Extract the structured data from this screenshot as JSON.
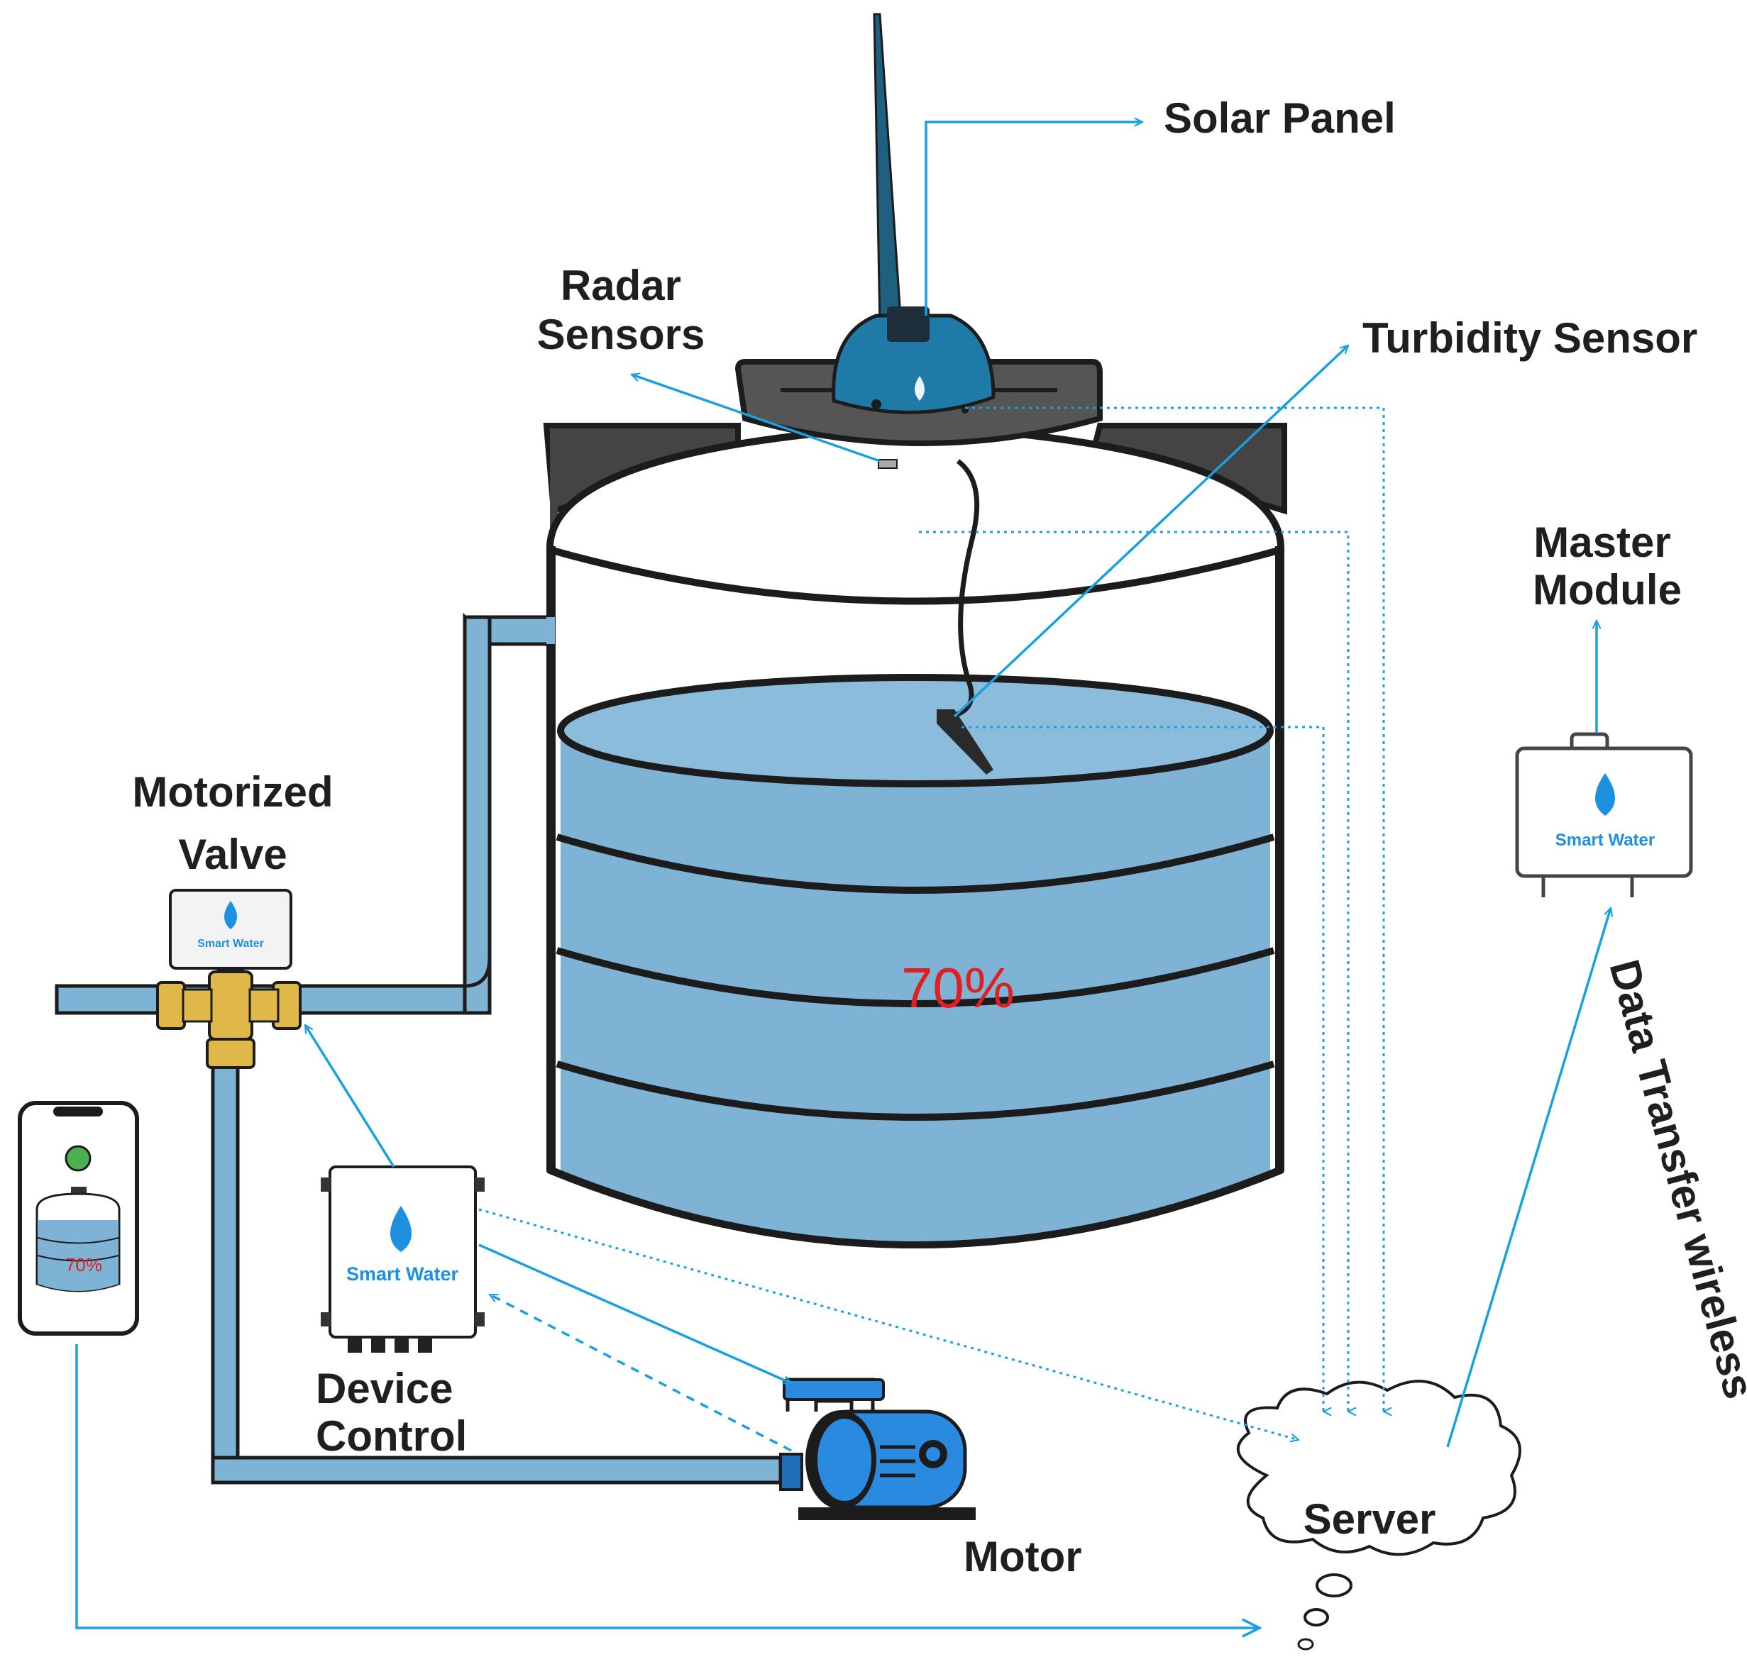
{
  "labels": {
    "solar_panel": "Solar Panel",
    "radar_line1": "Radar",
    "radar_line2": "Sensors",
    "turbidity_sensor": "Turbidity Sensor",
    "master_line1": "Master",
    "master_line2": "Module",
    "valve_line1": "Motorized",
    "valve_line2": "Valve",
    "device_line1": "Device",
    "device_line2": "Control",
    "motor": "Motor",
    "server": "Server",
    "data_transfer": "Data Transfer wireless"
  },
  "tank": {
    "fill_level": 0.7,
    "level_text": "70%"
  },
  "phone": {
    "level_text": "70%",
    "status_color": "#4caf50"
  },
  "brand": {
    "name": "Smart Water"
  },
  "colors": {
    "accent": "#1a9fe0",
    "water": "#7fb3d6",
    "outline": "#1c1c1c",
    "level_text": "#e02020",
    "brass": "#e0b84a"
  },
  "icons": [
    "water-drop-icon",
    "antenna-icon",
    "cloud-icon",
    "arrow-icon"
  ]
}
